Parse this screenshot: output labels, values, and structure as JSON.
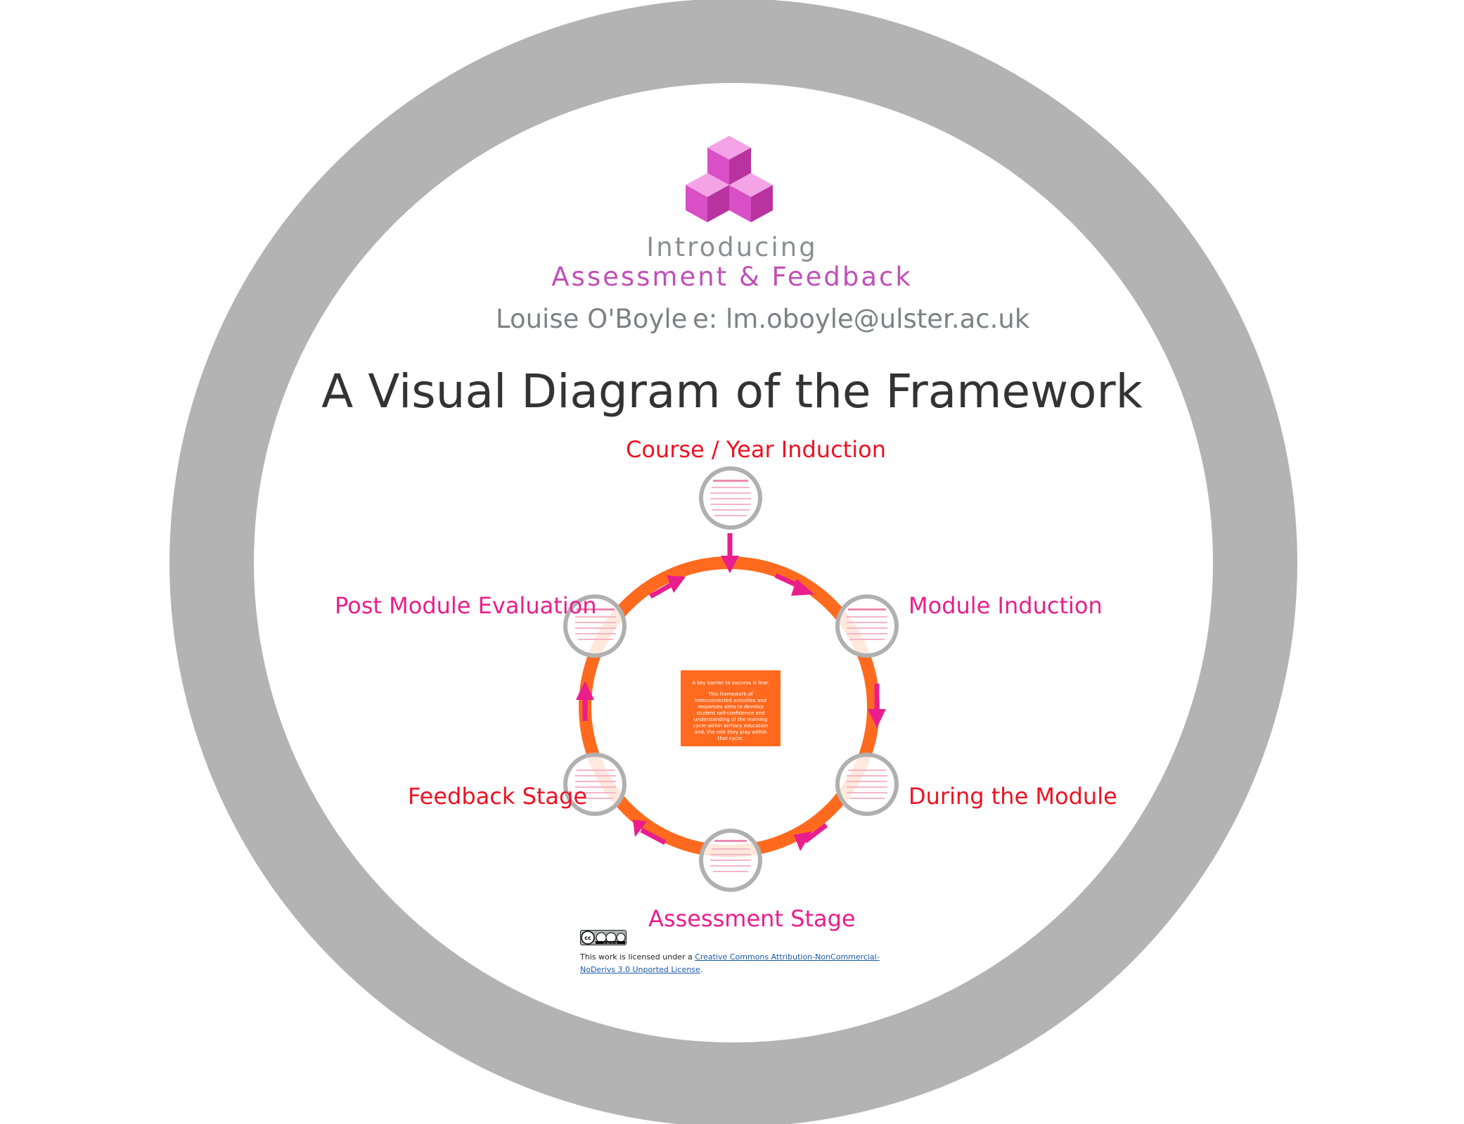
{
  "logo": {
    "line1": "Introducing",
    "line2": "Assessment & Feedback",
    "color": "#d94fc6"
  },
  "author": {
    "name": "Louise O'Boyle",
    "email": "e: lm.oboyle@ulster.ac.uk"
  },
  "title": "A Visual Diagram of the Framework",
  "stages": [
    {
      "label": "Course / Year Induction",
      "color": "#ee1122"
    },
    {
      "label": "Module Induction",
      "color": "#e91e8c"
    },
    {
      "label": "During the Module",
      "color": "#ee1122"
    },
    {
      "label": "Assessment Stage",
      "color": "#e91e8c"
    },
    {
      "label": "Feedback Stage",
      "color": "#ee1122"
    },
    {
      "label": "Post Module Evaluation",
      "color": "#e91e8c"
    }
  ],
  "center_box": {
    "line1": "A key barrier to success is fear.",
    "line2": "This framework of interconnected activities and responses aims to develop student self-confidence and understanding of the learning cycle within tertiary education and, the role they play within that cycle.",
    "color": "#ff6a1f"
  },
  "license": {
    "badge": "cc by nc nd",
    "prefix": "This work is licensed under a ",
    "link": "Creative Commons Attribution-NonCommercial-NoDerivs 3.0 Unported License",
    "suffix": "."
  },
  "colors": {
    "outer_ring": "#b3b3b3",
    "cycle_ring": "#ff6a1f",
    "arrows": "#e91e8c",
    "node_ring": "#b0b0b0"
  }
}
